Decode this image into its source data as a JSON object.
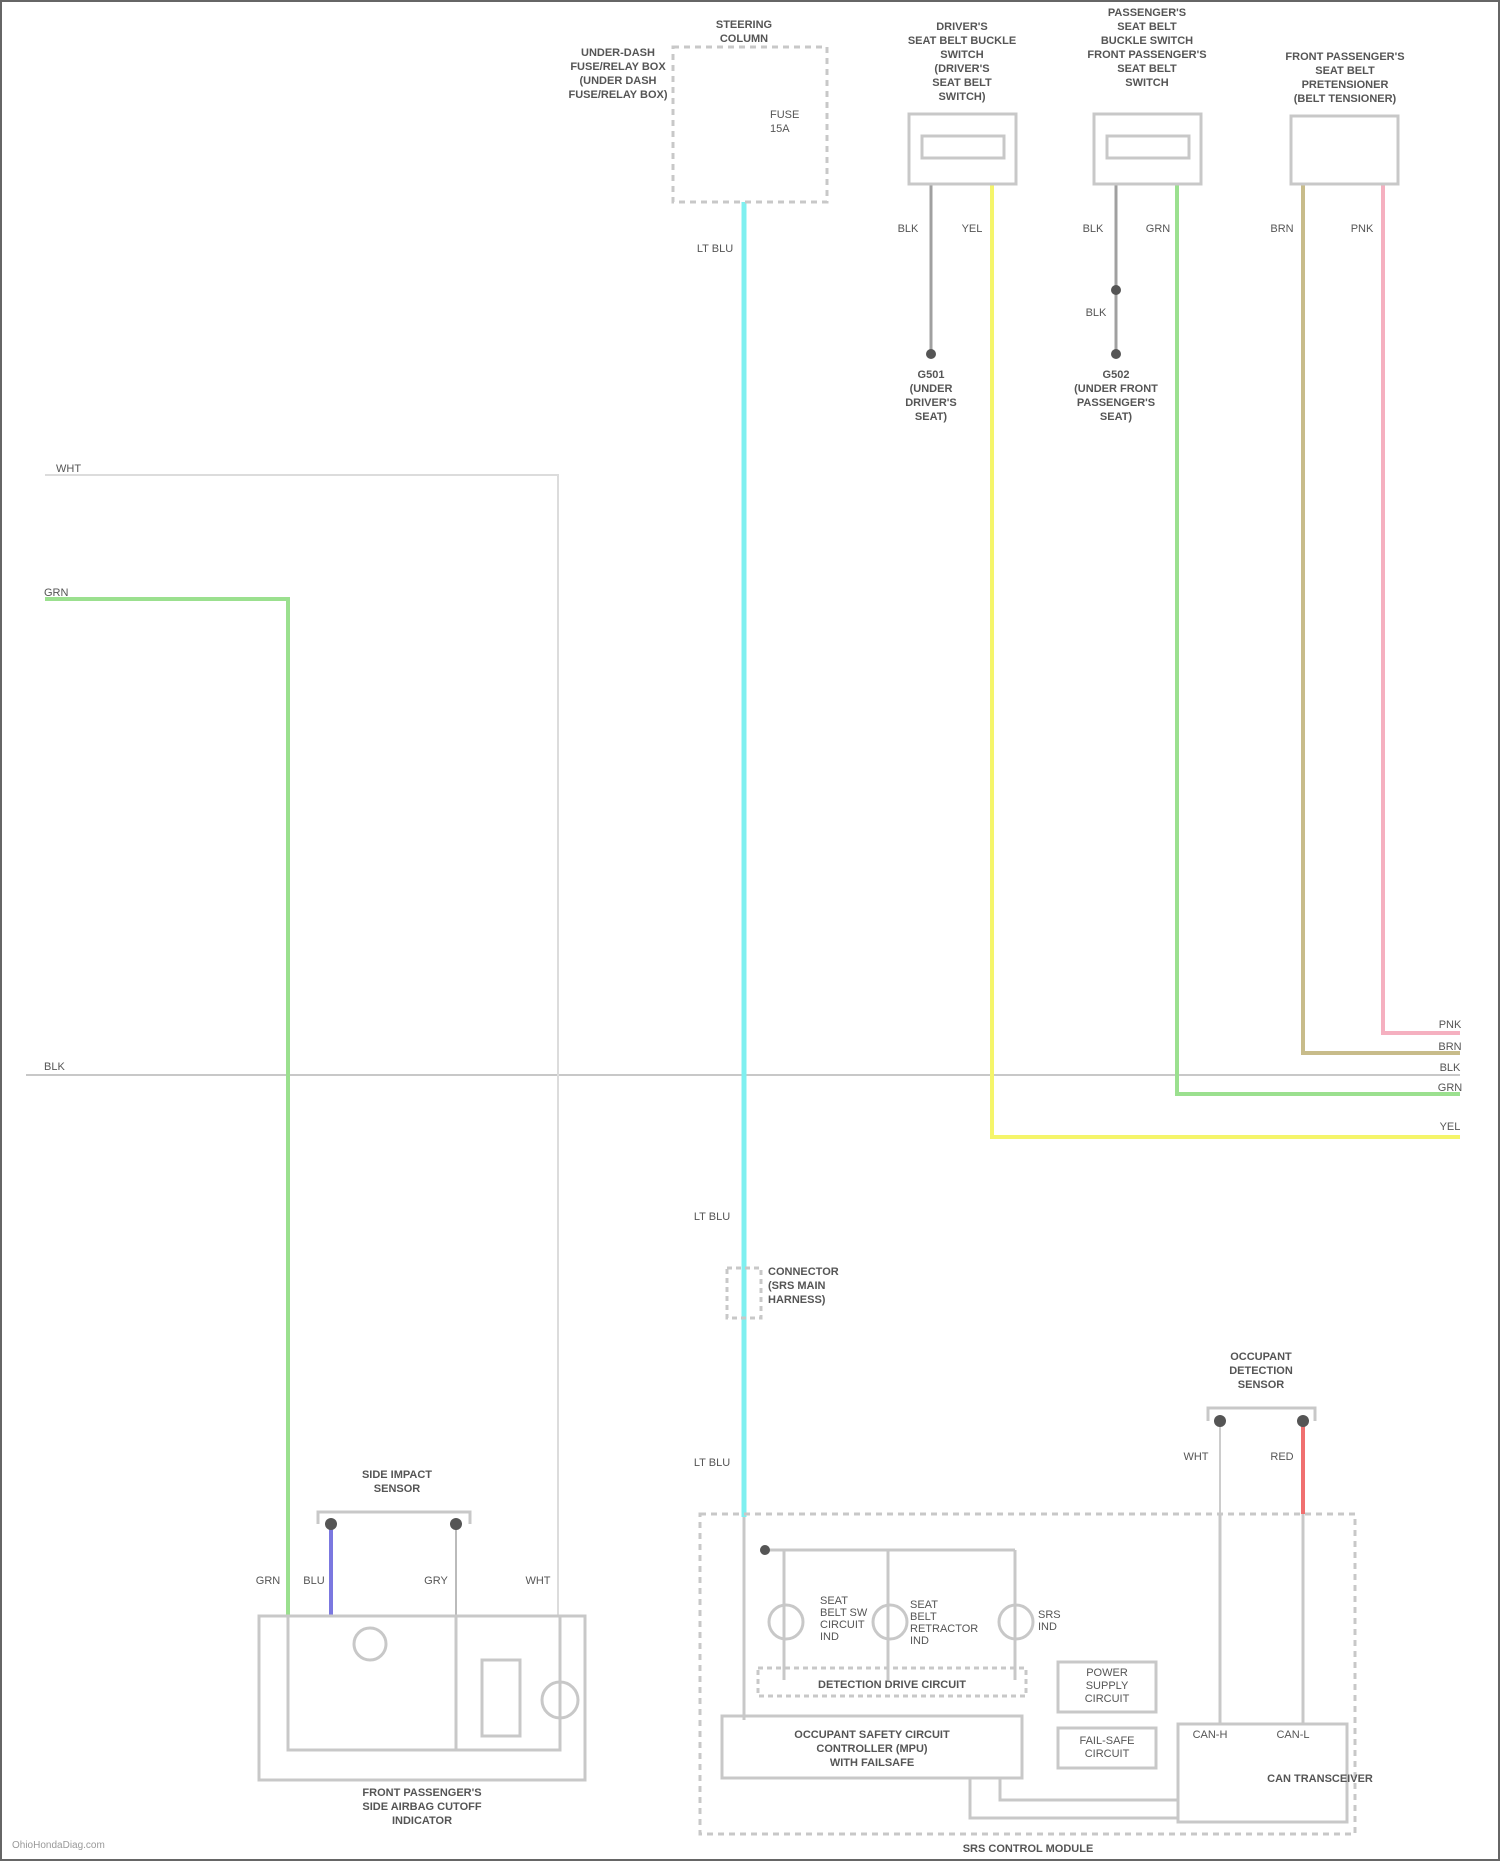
{
  "diagram": {
    "colors": {
      "cyan": "#7ff0f0",
      "yellow": "#f5f56a",
      "green": "#9be08f",
      "tan": "#c8bc8a",
      "pink": "#f5b0c0",
      "blue": "#7b78e0",
      "red": "#f07070",
      "gray": "#a0a0a0"
    },
    "components": {
      "top_unit": [
        "STEERING",
        "COLUMN"
      ],
      "top_unit_side": [
        "UNDER-DASH",
        "FUSE/RELAY BOX",
        "(UNDER DASH",
        "FUSE/RELAY BOX)"
      ],
      "top_unit_inner": [
        "FUSE",
        "15A"
      ],
      "driver_switch": [
        "DRIVER'S",
        "SEAT BELT BUCKLE",
        "SWITCH",
        "(DRIVER'S",
        "SEAT BELT",
        "SWITCH)"
      ],
      "passenger_switch": [
        "PASSENGER'S",
        "SEAT BELT",
        "BUCKLE SWITCH",
        "FRONT PASSENGER'S",
        "SEAT BELT",
        "SWITCH"
      ],
      "pretensioner": [
        "FRONT PASSENGER'S",
        "SEAT BELT",
        "PRETENSIONER",
        "(BELT TENSIONER)"
      ],
      "ground1": [
        "G501",
        "(UNDER",
        "DRIVER'S",
        "SEAT)"
      ],
      "ground2": [
        "G502",
        "(UNDER FRONT",
        "PASSENGER'S",
        "SEAT)"
      ],
      "inline_conn": [
        "CONNECTOR",
        "(SRS MAIN",
        "HARNESS)"
      ],
      "occupant_sensor": [
        "OCCUPANT",
        "DETECTION",
        "SENSOR"
      ],
      "airbag_sensor": [
        "SIDE IMPACT",
        "SENSOR"
      ],
      "left_module": [
        "FRONT PASSENGER'S",
        "SIDE AIRBAG CUTOFF",
        "INDICATOR"
      ],
      "srs_module": "SRS CONTROL MODULE",
      "srs_inner": {
        "squib1": [
          "SEAT",
          "BELT SW",
          "CIRCUIT",
          "IND"
        ],
        "squib2": [
          "SEAT",
          "BELT",
          "RETRACTOR",
          "IND"
        ],
        "squib3": [
          "SRS",
          "IND"
        ],
        "detect": "DETECTION DRIVE CIRCUIT",
        "power": [
          "POWER",
          "SUPPLY",
          "CIRCUIT"
        ],
        "fail": [
          "FAIL-SAFE",
          "CIRCUIT"
        ],
        "controller": [
          "OCCUPANT SAFETY CIRCUIT",
          "CONTROLLER (MPU)",
          "WITH FAILSAFE"
        ],
        "comm": "CAN TRANSCEIVER",
        "pin_a": "CAN-H",
        "pin_b": "CAN-L"
      }
    },
    "wires": {
      "cyan_top": "LT BLU",
      "cyan_mid": "LT BLU",
      "cyan_bot": "LT BLU",
      "blk1": "BLK",
      "yel": "YEL",
      "blk2": "BLK",
      "grn": "GRN",
      "blk3": "BLK",
      "brn": "BRN",
      "pnk": "PNK",
      "left_wht": "WHT",
      "left_grn": "GRN",
      "left_blk": "BLK",
      "right_pnk": "PNK",
      "right_brn": "BRN",
      "right_blk": "BLK",
      "right_grn": "GRN",
      "right_yel": "YEL",
      "m_grn": "GRN",
      "m_blu": "BLU",
      "m_gry": "GRY",
      "m_wht": "WHT",
      "s_wht": "WHT",
      "s_red": "RED"
    },
    "footer": "OhioHondaDiag.com"
  }
}
